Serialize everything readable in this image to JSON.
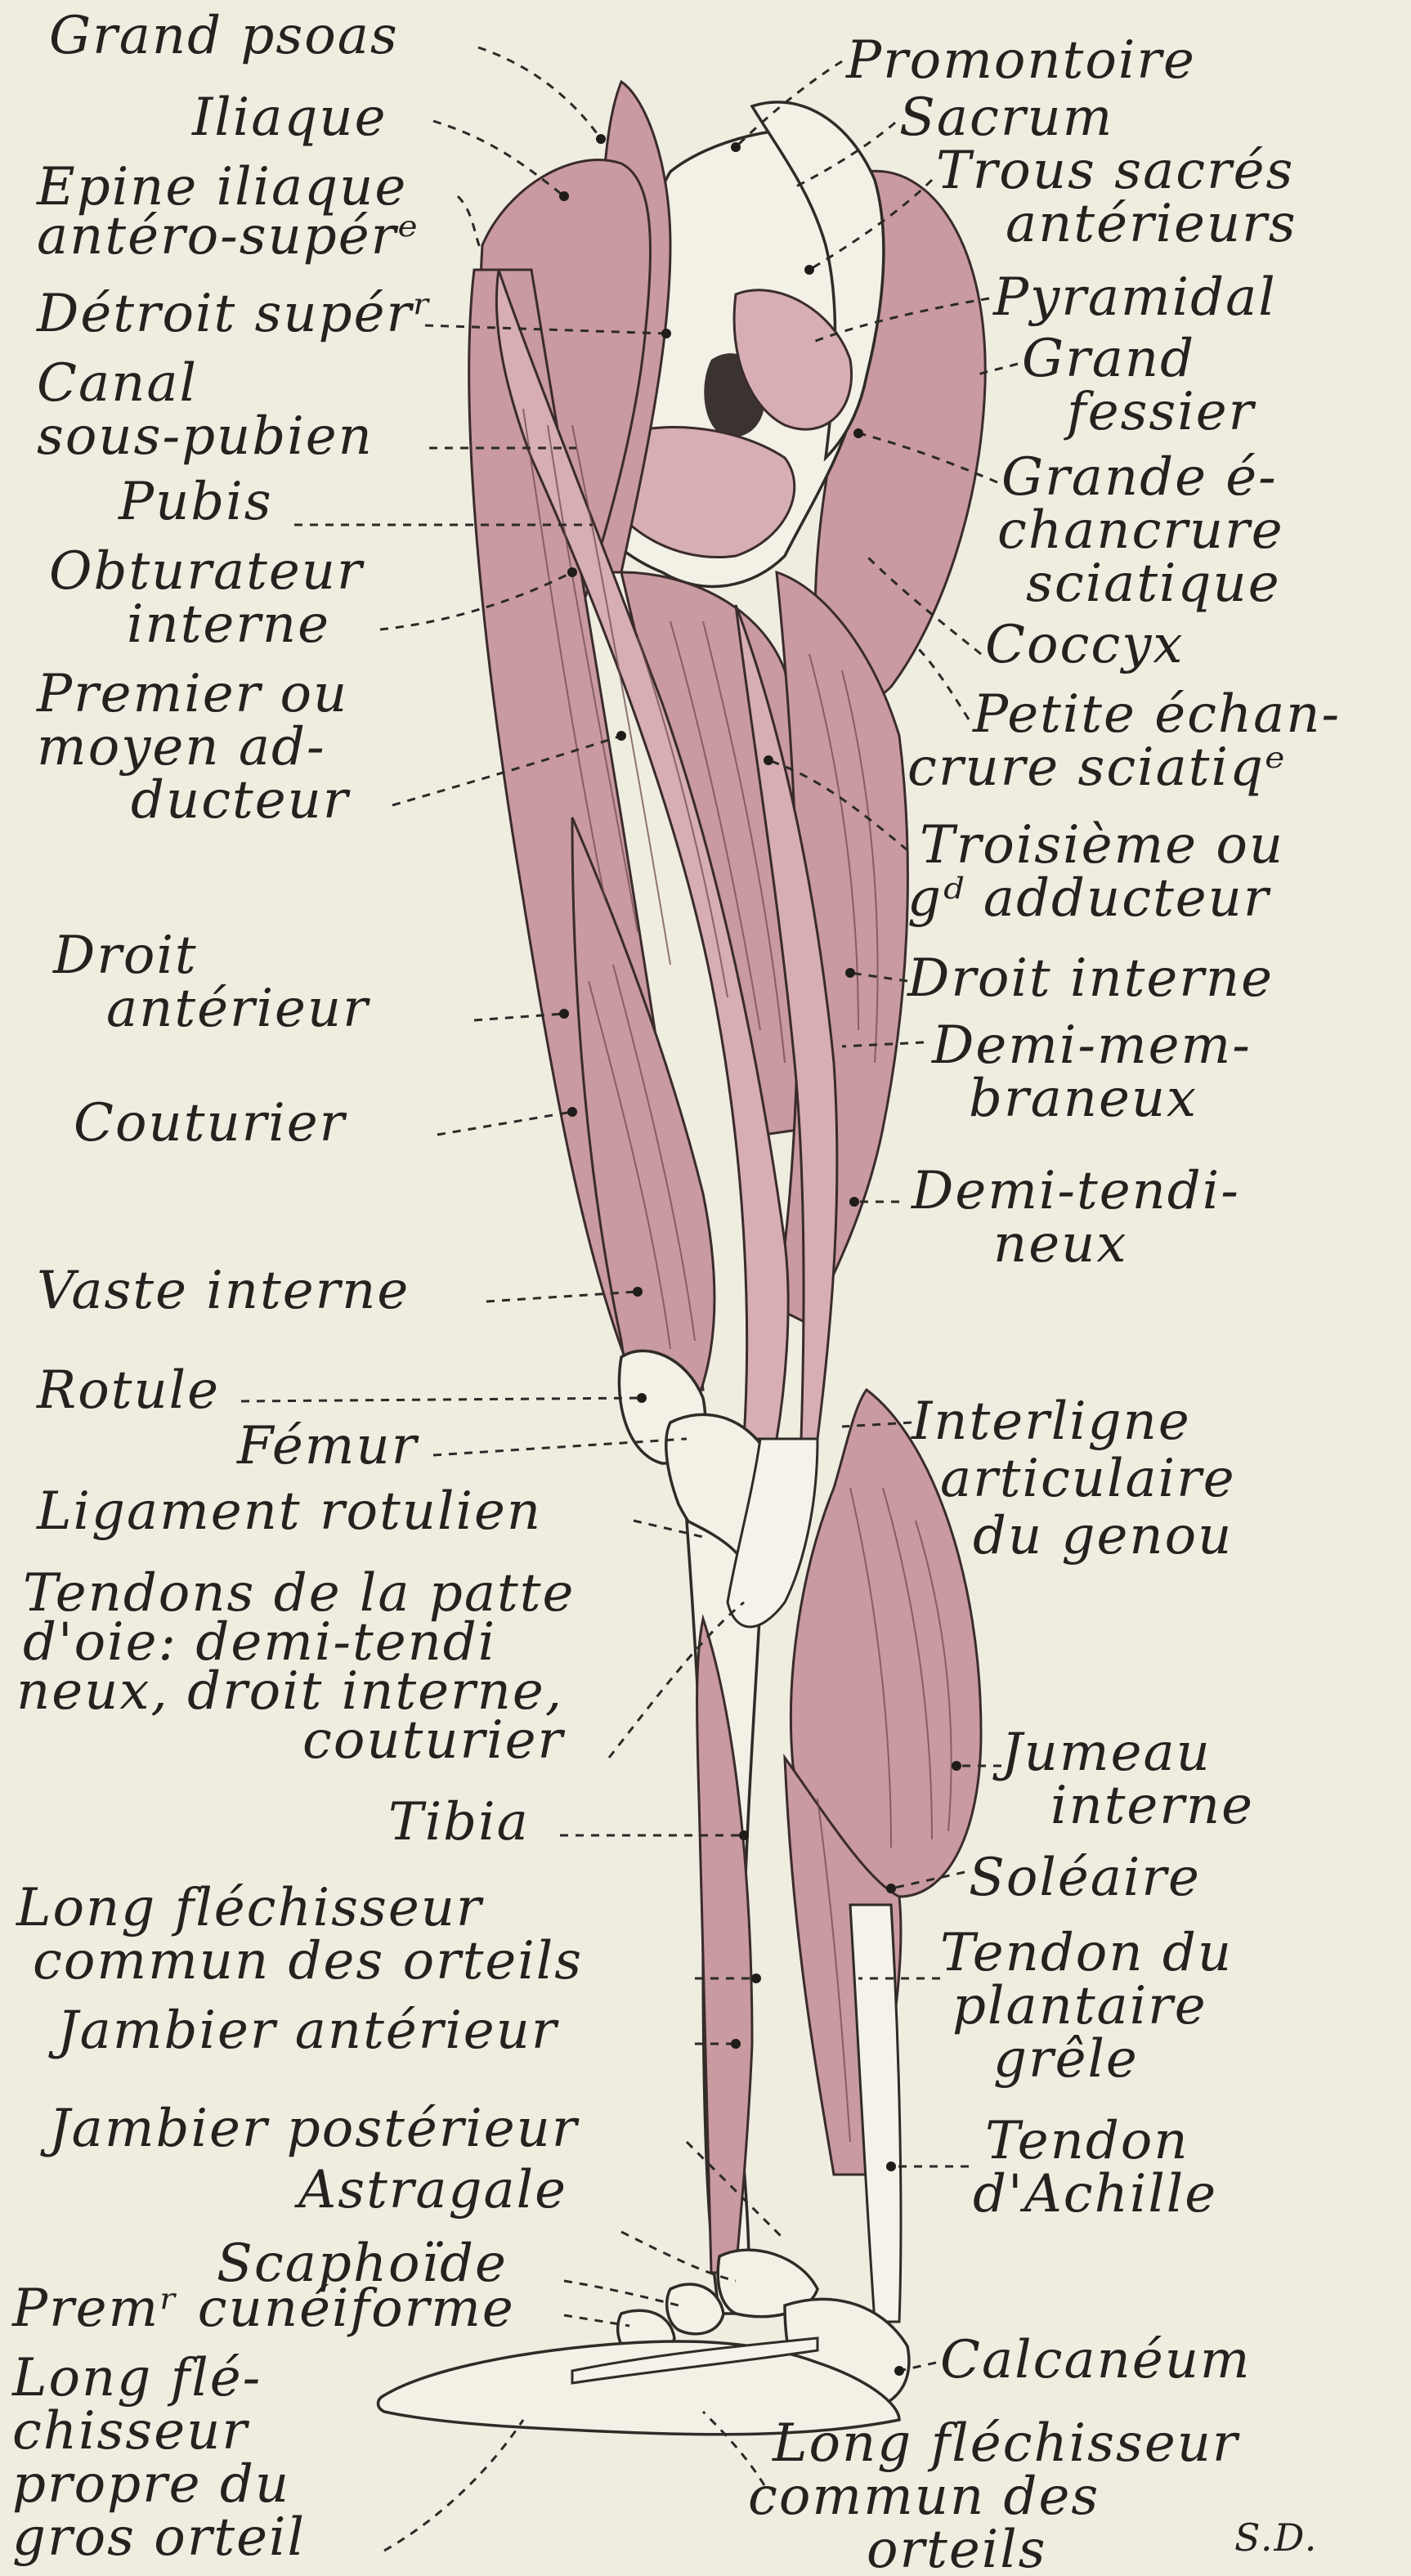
{
  "labels_left": [
    {
      "id": "grand-psoas",
      "lines": [
        "Grand psoas"
      ]
    },
    {
      "id": "iliaque",
      "lines": [
        "Iliaque"
      ]
    },
    {
      "id": "epine-iliaque",
      "lines": [
        "Epine iliaque",
        "antéro-supérᵉ"
      ]
    },
    {
      "id": "detroit-superieur",
      "lines": [
        "Détroit supérʳ"
      ]
    },
    {
      "id": "canal-sous-pubien",
      "lines": [
        "Canal",
        "sous-pubien"
      ]
    },
    {
      "id": "pubis",
      "lines": [
        "Pubis"
      ]
    },
    {
      "id": "obturateur-interne",
      "lines": [
        "Obturateur",
        "interne"
      ]
    },
    {
      "id": "premier-adducteur",
      "lines": [
        "Premier ou",
        "moyen ad-",
        "ducteur"
      ]
    },
    {
      "id": "droit-anterieur",
      "lines": [
        "Droit",
        "antérieur"
      ]
    },
    {
      "id": "couturier",
      "lines": [
        "Couturier"
      ]
    },
    {
      "id": "vaste-interne",
      "lines": [
        "Vaste interne"
      ]
    },
    {
      "id": "rotule",
      "lines": [
        "Rotule"
      ]
    },
    {
      "id": "femur",
      "lines": [
        "Fémur"
      ]
    },
    {
      "id": "ligament-rotulien",
      "lines": [
        "Ligament rotulien"
      ]
    },
    {
      "id": "tendons-patte-oie",
      "lines": [
        "Tendons de la patte",
        "d'oie: demi-tendi",
        "neux, droit interne,",
        "couturier"
      ]
    },
    {
      "id": "tibia",
      "lines": [
        "Tibia"
      ]
    },
    {
      "id": "long-flechisseur-commun",
      "lines": [
        "Long fléchisseur",
        "commun des orteils"
      ]
    },
    {
      "id": "jambier-anterieur",
      "lines": [
        "Jambier antérieur"
      ]
    },
    {
      "id": "jambier-posterieur",
      "lines": [
        "Jambier postérieur"
      ]
    },
    {
      "id": "astragale",
      "lines": [
        "Astragale"
      ]
    },
    {
      "id": "scaphoide",
      "lines": [
        "Scaphoïde"
      ]
    },
    {
      "id": "premier-cuneiforme",
      "lines": [
        "Premʳ cunéiforme"
      ]
    },
    {
      "id": "long-flechisseur-propre",
      "lines": [
        "Long flé-",
        "chisseur",
        "propre du",
        "gros orteil"
      ]
    }
  ],
  "labels_right": [
    {
      "id": "promontoire",
      "lines": [
        "Promontoire"
      ]
    },
    {
      "id": "sacrum",
      "lines": [
        "Sacrum"
      ]
    },
    {
      "id": "trous-sacres",
      "lines": [
        "Trous sacrés",
        "antérieurs"
      ]
    },
    {
      "id": "pyramidal",
      "lines": [
        "Pyramidal"
      ]
    },
    {
      "id": "grand-fessier",
      "lines": [
        "Grand",
        "fessier"
      ]
    },
    {
      "id": "grande-echancrure",
      "lines": [
        "Grande é-",
        "chancrure",
        "sciatique"
      ]
    },
    {
      "id": "coccyx",
      "lines": [
        "Coccyx"
      ]
    },
    {
      "id": "petite-echancrure",
      "lines": [
        "Petite échan-",
        "crure sciatiqᵉ"
      ]
    },
    {
      "id": "troisieme-adducteur",
      "lines": [
        "Troisième ou",
        "gᵈ adducteur"
      ]
    },
    {
      "id": "droit-interne",
      "lines": [
        "Droit interne"
      ]
    },
    {
      "id": "demi-membraneux",
      "lines": [
        "Demi-mem-",
        "braneux"
      ]
    },
    {
      "id": "demi-tendineux",
      "lines": [
        "Demi-tendi-",
        "neux"
      ]
    },
    {
      "id": "interligne-articulaire",
      "lines": [
        "Interligne",
        "articulaire",
        "du genou"
      ]
    },
    {
      "id": "jumeau-interne",
      "lines": [
        "Jumeau",
        "interne"
      ]
    },
    {
      "id": "soleaire",
      "lines": [
        "Soléaire"
      ]
    },
    {
      "id": "tendon-plantaire-grele",
      "lines": [
        "Tendon du",
        "plantaire",
        "grêle"
      ]
    },
    {
      "id": "tendon-achille",
      "lines": [
        "Tendon",
        "d'Achille"
      ]
    },
    {
      "id": "calcaneum",
      "lines": [
        "Calcanéum"
      ]
    },
    {
      "id": "long-flechisseur-commun-bas",
      "lines": [
        "Long fléchisseur",
        "commun des",
        "orteils"
      ]
    }
  ],
  "signature": "S.D.",
  "colors": {
    "paper": "#efece0",
    "muscle": "#c99aa0",
    "bone": "#f3f0e6",
    "ink": "#23221f"
  }
}
